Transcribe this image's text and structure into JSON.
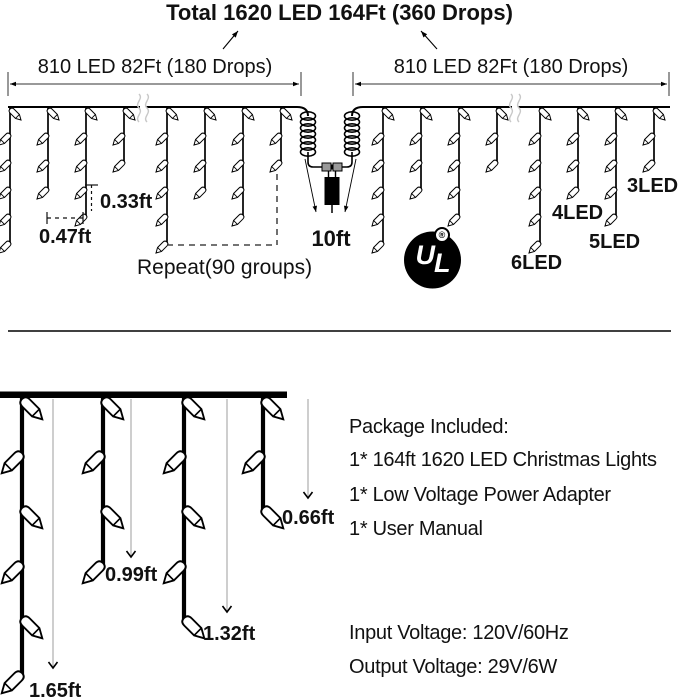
{
  "title": "Total 1620 LED 164Ft (360 Drops)",
  "top_diagram": {
    "left_section_label": "810 LED 82Ft (180 Drops)",
    "right_section_label": "810 LED 82Ft (180 Drops)",
    "led_spacing_label": "0.33ft",
    "drop_spacing_label": "0.47ft",
    "repeat_label": "Repeat(90 groups)",
    "lead_wire_label": "10ft",
    "pattern_leds_per_drop": [
      6,
      4,
      5,
      3
    ],
    "drop_type_labels": [
      "6LED",
      "4LED",
      "5LED",
      "3LED"
    ],
    "ul_logo": {
      "u": "U",
      "l": "L",
      "registered": "®"
    }
  },
  "bottom_diagram": {
    "drops": [
      {
        "leds": 6,
        "label": "1.65ft"
      },
      {
        "leds": 4,
        "label": "0.99ft"
      },
      {
        "leds": 5,
        "label": "1.32ft"
      },
      {
        "leds": 3,
        "label": "0.66ft"
      }
    ]
  },
  "package": {
    "heading": "Package Included:",
    "items": [
      "1* 164ft 1620 LED Christmas Lights",
      "1* Low Voltage Power Adapter",
      "1* User Manual"
    ]
  },
  "specs": {
    "input_voltage": "Input Voltage: 120V/60Hz",
    "output_voltage": "Output Voltage: 29V/6W"
  },
  "colors": {
    "wire": "#000000",
    "bulb_fill": "#ffffff",
    "measure_line": "#b3b3b3",
    "squiggle": "#c8c8c8",
    "text": "#111111",
    "logo_bg": "#000000"
  }
}
